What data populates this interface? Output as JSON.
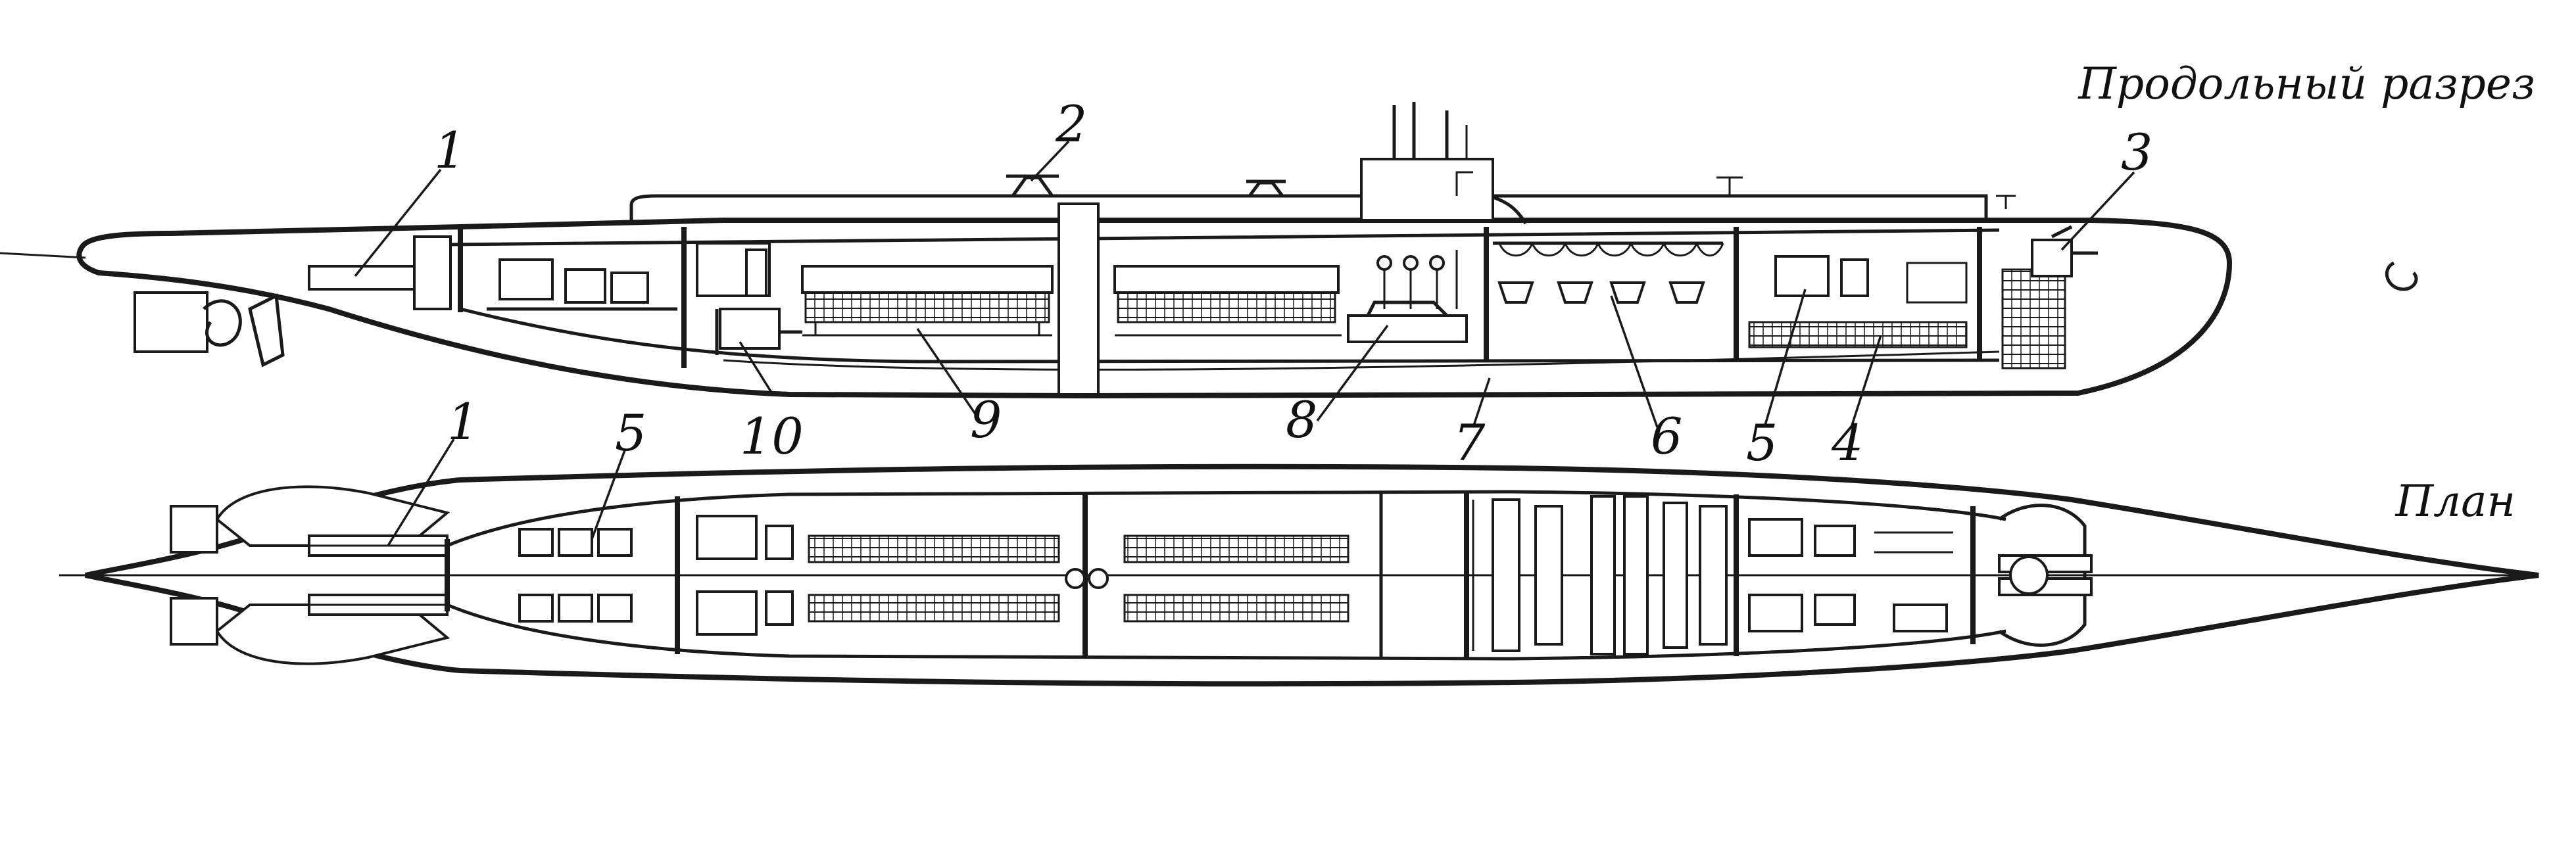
{
  "views": {
    "section": {
      "title": "Продольный разрез"
    },
    "plan": {
      "title": "План"
    }
  },
  "callouts": {
    "section": [
      "1",
      "2",
      "3",
      "10",
      "9",
      "8",
      "7",
      "6",
      "5",
      "4"
    ],
    "plan": [
      "1",
      "5"
    ]
  },
  "colors": {
    "ink": "#1a1a1a",
    "paper": "#ffffff"
  }
}
